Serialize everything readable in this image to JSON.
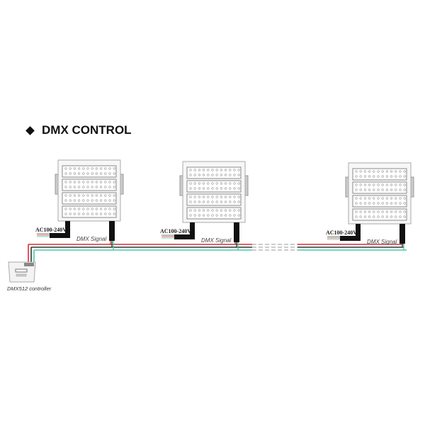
{
  "title": "DMX CONTROL",
  "fixtures": [
    {
      "power_label": "AC100-240V",
      "signal_label": "DMX Signal"
    },
    {
      "power_label": "AC100-240V",
      "signal_label": "DMX Signal"
    },
    {
      "power_label": "AC100-240V",
      "signal_label": "DMX Signal"
    }
  ],
  "controller": {
    "label": "DMX512 controller"
  },
  "colors": {
    "red": "#d9302c",
    "black": "#333333",
    "green": "#49c9a0"
  }
}
